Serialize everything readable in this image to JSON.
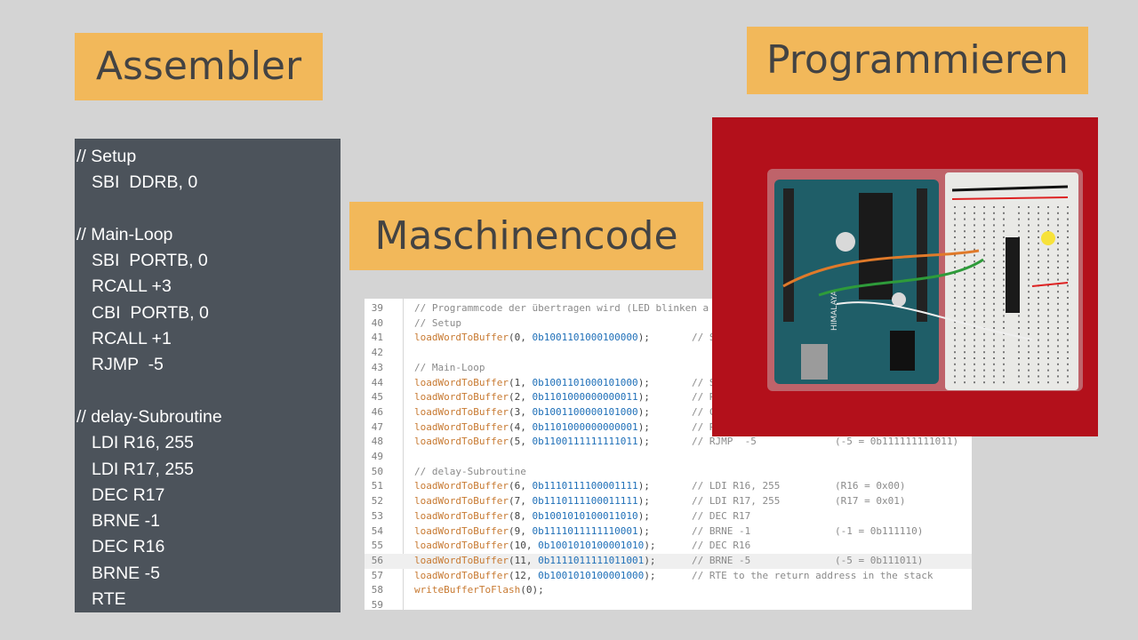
{
  "labels": {
    "assembler": "Assembler",
    "maschinencode": "Maschinencode",
    "programmieren": "Programmieren"
  },
  "assembly": [
    {
      "text": "// Setup",
      "indent": false
    },
    {
      "text": "SBI  DDRB, 0",
      "indent": true
    },
    {
      "text": "",
      "indent": false
    },
    {
      "text": "// Main-Loop",
      "indent": false
    },
    {
      "text": "SBI  PORTB, 0",
      "indent": true
    },
    {
      "text": "RCALL +3",
      "indent": true
    },
    {
      "text": "CBI  PORTB, 0",
      "indent": true
    },
    {
      "text": "RCALL +1",
      "indent": true
    },
    {
      "text": "RJMP  -5",
      "indent": true
    },
    {
      "text": "",
      "indent": false
    },
    {
      "text": "// delay-Subroutine",
      "indent": false
    },
    {
      "text": "LDI R16, 255",
      "indent": true
    },
    {
      "text": "LDI R17, 255",
      "indent": true
    },
    {
      "text": "DEC R17",
      "indent": true
    },
    {
      "text": "BRNE -1",
      "indent": true
    },
    {
      "text": "DEC R16",
      "indent": true
    },
    {
      "text": "BRNE -5",
      "indent": true
    },
    {
      "text": "RTE",
      "indent": true
    }
  ],
  "code_lines": [
    {
      "n": "39",
      "comment": "// Programmcode der übertragen wird (LED blinken a"
    },
    {
      "n": "40",
      "comment": "// Setup"
    },
    {
      "n": "41",
      "fn": "loadWordToBuffer",
      "args": "(0, ",
      "bin": "0b1001101000100000",
      "tail": ");",
      "c2": "// S",
      "c3": ""
    },
    {
      "n": "42"
    },
    {
      "n": "43",
      "comment": "// Main-Loop"
    },
    {
      "n": "44",
      "fn": "loadWordToBuffer",
      "args": "(1, ",
      "bin": "0b1001101000101000",
      "tail": ");",
      "c2": "// S",
      "c3": ""
    },
    {
      "n": "45",
      "fn": "loadWordToBuffer",
      "args": "(2, ",
      "bin": "0b1101000000000011",
      "tail": ");",
      "c2": "// R",
      "c3": ""
    },
    {
      "n": "46",
      "fn": "loadWordToBuffer",
      "args": "(3, ",
      "bin": "0b1001100000101000",
      "tail": ");",
      "c2": "// C",
      "c3": ""
    },
    {
      "n": "47",
      "fn": "loadWordToBuffer",
      "args": "(4, ",
      "bin": "0b1101000000000001",
      "tail": ");",
      "c2": "// R",
      "c3": ""
    },
    {
      "n": "48",
      "fn": "loadWordToBuffer",
      "args": "(5, ",
      "bin": "0b1100111111111011",
      "tail": ");",
      "c2": "// RJMP  -5",
      "c3": "(-5 = 0b111111111011)"
    },
    {
      "n": "49"
    },
    {
      "n": "50",
      "comment": "// delay-Subroutine"
    },
    {
      "n": "51",
      "fn": "loadWordToBuffer",
      "args": "(6, ",
      "bin": "0b1110111100001111",
      "tail": ");",
      "c2": "// LDI R16, 255",
      "c3": "(R16 = 0x00)"
    },
    {
      "n": "52",
      "fn": "loadWordToBuffer",
      "args": "(7, ",
      "bin": "0b1110111100011111",
      "tail": ");",
      "c2": "// LDI R17, 255",
      "c3": "(R17 = 0x01)"
    },
    {
      "n": "53",
      "fn": "loadWordToBuffer",
      "args": "(8, ",
      "bin": "0b1001010100011010",
      "tail": ");",
      "c2": "// DEC R17",
      "c3": ""
    },
    {
      "n": "54",
      "fn": "loadWordToBuffer",
      "args": "(9, ",
      "bin": "0b1111011111110001",
      "tail": ");",
      "c2": "// BRNE -1",
      "c3": "(-1 = 0b111110)"
    },
    {
      "n": "55",
      "fn": "loadWordToBuffer",
      "args": "(10, ",
      "bin": "0b1001010100001010",
      "tail": ");",
      "c2": "// DEC R16",
      "c3": ""
    },
    {
      "n": "56",
      "fn": "loadWordToBuffer",
      "args": "(11, ",
      "bin": "0b1111011111011001",
      "tail": ");",
      "c2": "// BRNE -5",
      "c3": "(-5 = 0b111011)",
      "highlight": true
    },
    {
      "n": "57",
      "fn": "loadWordToBuffer",
      "args": "(12, ",
      "bin": "0b1001010100001000",
      "tail": ");",
      "c2": "// RTE to the return address in the stack",
      "c3": ""
    },
    {
      "n": "58",
      "fn": "writeBufferToFlash",
      "args": "(0);",
      "bin": "",
      "tail": "",
      "c2": "",
      "c3": ""
    },
    {
      "n": "59"
    }
  ],
  "photo": {
    "board_text": "HIMALAYA",
    "background": "#b3101b",
    "led_color": "#f7e23a"
  },
  "colors": {
    "label_bg": "#f2b85a",
    "asm_panel_bg": "#4c535b",
    "code_fn": "#c87a32",
    "code_num": "#1e6fb8"
  }
}
